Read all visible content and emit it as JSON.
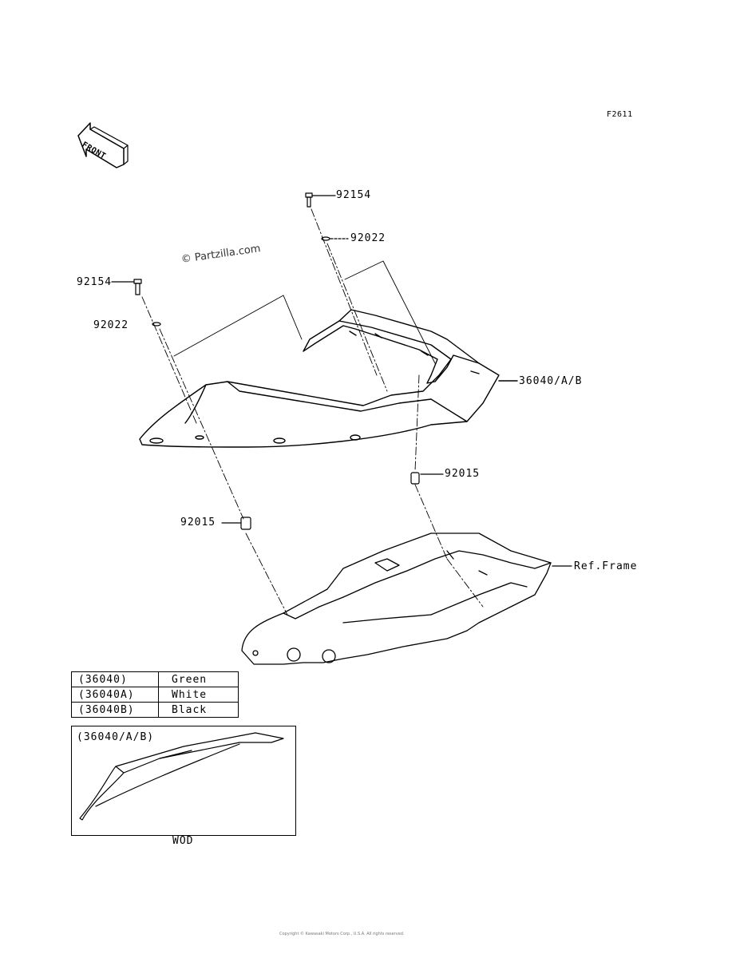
{
  "figure_code": "F2611",
  "front_arrow_text": "FRONT",
  "watermark": "© Partzilla.com",
  "callouts": {
    "bolt_right": "92154",
    "washer_right": "92022",
    "bolt_left": "92154",
    "washer_left": "92022",
    "seat_cover": "36040/A/B",
    "collar_right": "92015",
    "collar_left": "92015",
    "frame_ref": "Ref.Frame"
  },
  "color_table": [
    {
      "code": "(36040)",
      "color": "Green"
    },
    {
      "code": "(36040A)",
      "color": "White"
    },
    {
      "code": "(36040B)",
      "color": "Black"
    }
  ],
  "inset": {
    "title": "(36040/A/B)",
    "caption": "WOD"
  },
  "footer": "Copyright © Kawasaki Motors Corp., U.S.A. All rights reserved."
}
